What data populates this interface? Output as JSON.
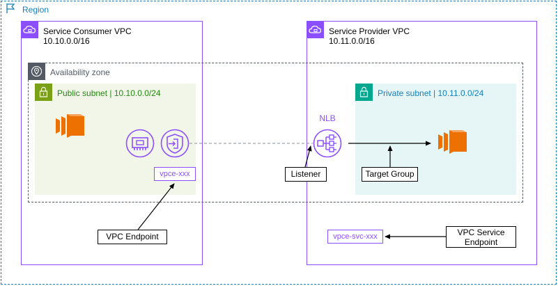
{
  "region": {
    "label": "Region"
  },
  "consumer_vpc": {
    "title": "Service Consumer VPC",
    "cidr": "10.10.0.0/16"
  },
  "provider_vpc": {
    "title": "Service Provider VPC",
    "cidr": "10.11.0.0/16"
  },
  "availability_zone": {
    "label": "Availability zone"
  },
  "public_subnet": {
    "label": "Public subnet | 10.10.0.0/24"
  },
  "private_subnet": {
    "label": "Private subnet | 10.11.0.0/24"
  },
  "nlb": {
    "label": "NLB"
  },
  "labels": {
    "vpce": "vpce-xxx",
    "vpce_svc": "vpce-svc-xxx",
    "listener": "Listener",
    "target_group": "Target Group",
    "vpc_endpoint": "VPC Endpoint",
    "vpc_service_endpoint_line1": "VPC Service",
    "vpc_service_endpoint_line2": "Endpoint"
  },
  "colors": {
    "region": "#147EBA",
    "vpc": "#8C4FFF",
    "public_subnet": "#248814",
    "private_subnet": "#01A88D",
    "ec2": "#ED7100",
    "az": "#545B64"
  }
}
